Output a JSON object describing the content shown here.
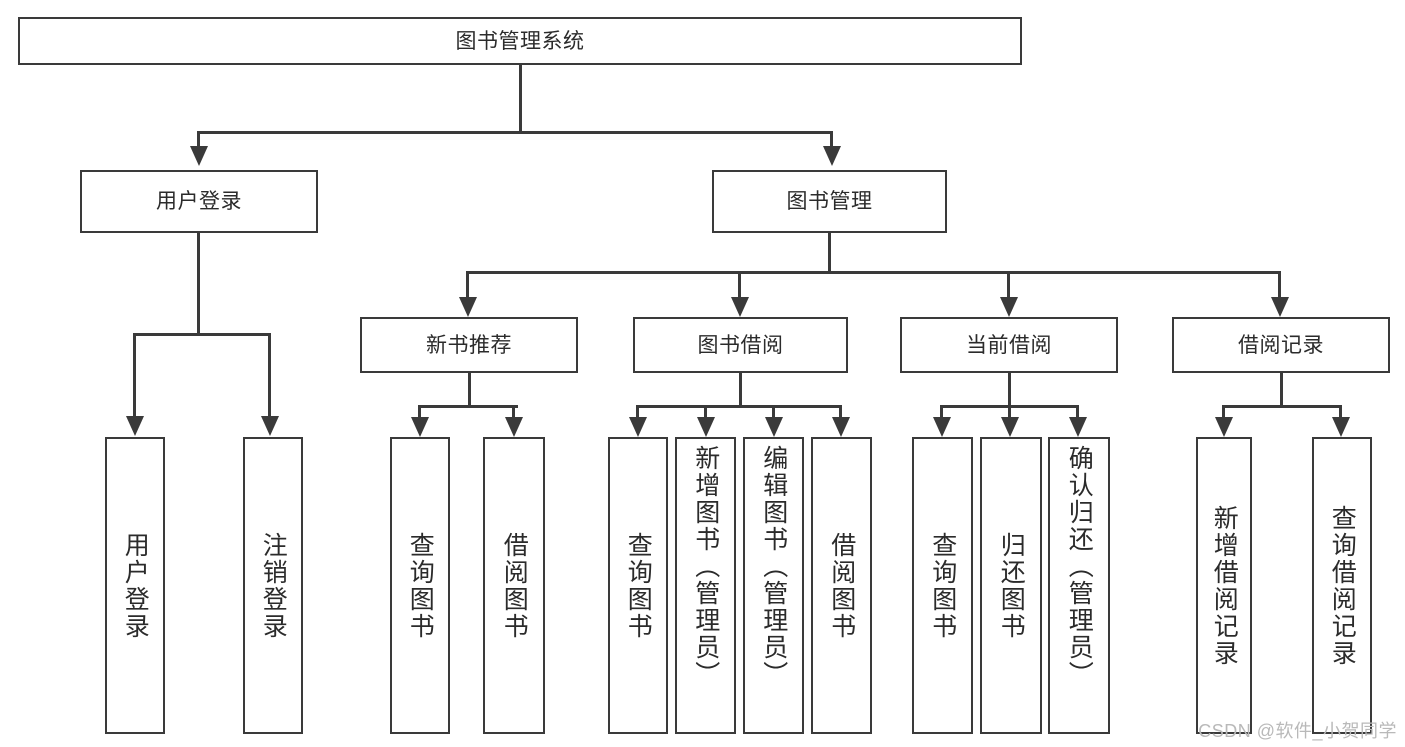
{
  "diagram": {
    "root": {
      "label": "图书管理系统"
    },
    "level2": [
      {
        "label": "用户登录"
      },
      {
        "label": "图书管理"
      }
    ],
    "level3": [
      {
        "label": "新书推荐"
      },
      {
        "label": "图书借阅"
      },
      {
        "label": "当前借阅"
      },
      {
        "label": "借阅记录"
      }
    ],
    "leaves": {
      "user_login": [
        {
          "label": "用户登录"
        },
        {
          "label": "注销登录"
        }
      ],
      "new_book_recommend": [
        {
          "label": "查询图书"
        },
        {
          "label": "借阅图书"
        }
      ],
      "book_borrow": [
        {
          "label": "查询图书"
        },
        {
          "label": "新增图书（管理员）"
        },
        {
          "label": "编辑图书（管理员）"
        },
        {
          "label": "借阅图书"
        }
      ],
      "current_borrow": [
        {
          "label": "查询图书"
        },
        {
          "label": "归还图书"
        },
        {
          "label": "确认归还（管理员）"
        }
      ],
      "borrow_record": [
        {
          "label": "新增借阅记录"
        },
        {
          "label": "查询借阅记录"
        }
      ]
    }
  },
  "watermark": {
    "text": "CSDN @软件_小贺同学"
  },
  "colors": {
    "stroke": "#3a3a3a",
    "text": "#2b2b2b",
    "background": "#ffffff",
    "watermark": "#b9b9b9"
  }
}
